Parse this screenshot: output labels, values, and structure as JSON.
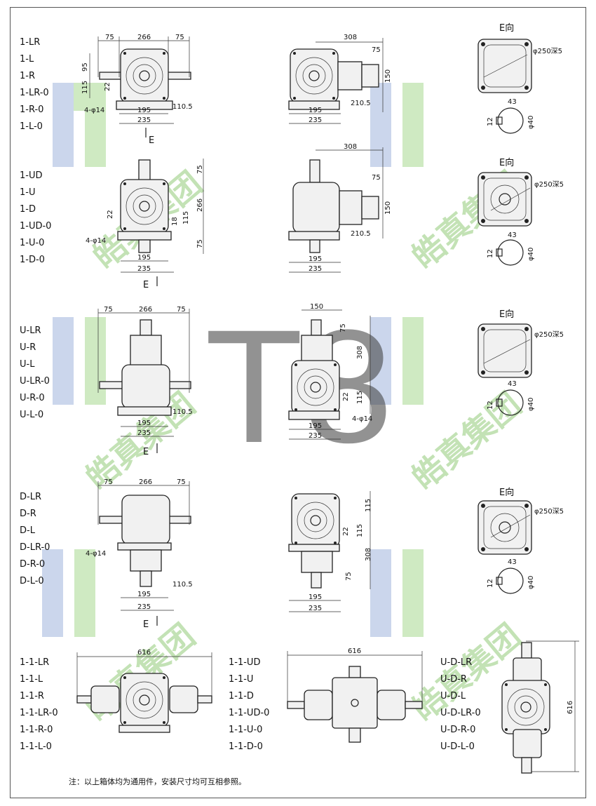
{
  "sections": [
    {
      "labels": [
        "1-LR",
        "1-L",
        "1-R",
        "1-LR-0",
        "1-R-0",
        "1-L-0"
      ],
      "front_dims": [
        "75",
        "266",
        "75",
        "95",
        "115",
        "22",
        "4-φ14",
        "195",
        "110.5",
        "235"
      ],
      "side_dims": [
        "308",
        "75",
        "150",
        "195",
        "210.5",
        "235"
      ],
      "view_title": "E向",
      "flange_label": "φ250深5",
      "shaft_dims": [
        "43",
        "12",
        "φ40"
      ],
      "direction": "E"
    },
    {
      "labels": [
        "1-UD",
        "1-U",
        "1-D",
        "1-UD-0",
        "1-U-0",
        "1-D-0"
      ],
      "front_dims": [
        "75",
        "266",
        "22",
        "18",
        "115",
        "4-φ14",
        "75",
        "195",
        "235"
      ],
      "side_dims": [
        "308",
        "75",
        "150",
        "210.5",
        "195",
        "235"
      ],
      "view_title": "E向",
      "flange_label": "φ250深5",
      "shaft_dims": [
        "43",
        "12",
        "φ40"
      ],
      "direction": "E"
    },
    {
      "labels": [
        "U-LR",
        "U-R",
        "U-L",
        "U-LR-0",
        "U-R-0",
        "U-L-0"
      ],
      "front_dims": [
        "75",
        "266",
        "75",
        "110.5",
        "195",
        "235"
      ],
      "side_dims": [
        "150",
        "75",
        "308",
        "22",
        "115",
        "4-φ14",
        "195",
        "235"
      ],
      "view_title": "E向",
      "flange_label": "φ250深5",
      "shaft_dims": [
        "43",
        "12",
        "φ40"
      ],
      "direction": "E"
    },
    {
      "labels": [
        "D-LR",
        "D-R",
        "D-L",
        "D-LR-0",
        "D-R-0",
        "D-L-0"
      ],
      "front_dims": [
        "75",
        "266",
        "75",
        "4-φ14",
        "110.5",
        "195",
        "235"
      ],
      "side_dims": [
        "115",
        "22",
        "115",
        "308",
        "75",
        "195",
        "235"
      ],
      "view_title": "E向",
      "flange_label": "φ250深5",
      "shaft_dims": [
        "43",
        "12",
        "φ40"
      ],
      "direction": "E"
    }
  ],
  "bottom": [
    {
      "labels": [
        "1-1-LR",
        "1-1-L",
        "1-1-R",
        "1-1-LR-0",
        "1-1-R-0",
        "1-1-L-0"
      ],
      "dim": "616"
    },
    {
      "labels": [
        "1-1-UD",
        "1-1-U",
        "1-1-D",
        "1-1-UD-0",
        "1-1-U-0",
        "1-1-D-0"
      ],
      "dim": "616"
    },
    {
      "labels": [
        "U-D-LR",
        "U-D-R",
        "U-D-L",
        "U-D-LR-0",
        "U-D-R-0",
        "U-D-L-0"
      ],
      "dim": "616"
    }
  ],
  "series_mark": "T8",
  "watermark_text": "皓真集团",
  "note": "注：以上箱体均为通用件，安装尺寸均可互相参照。",
  "colors": {
    "watermark_blue": "#b9c8e6",
    "watermark_green": "#bfe3ad",
    "line": "#222222"
  }
}
